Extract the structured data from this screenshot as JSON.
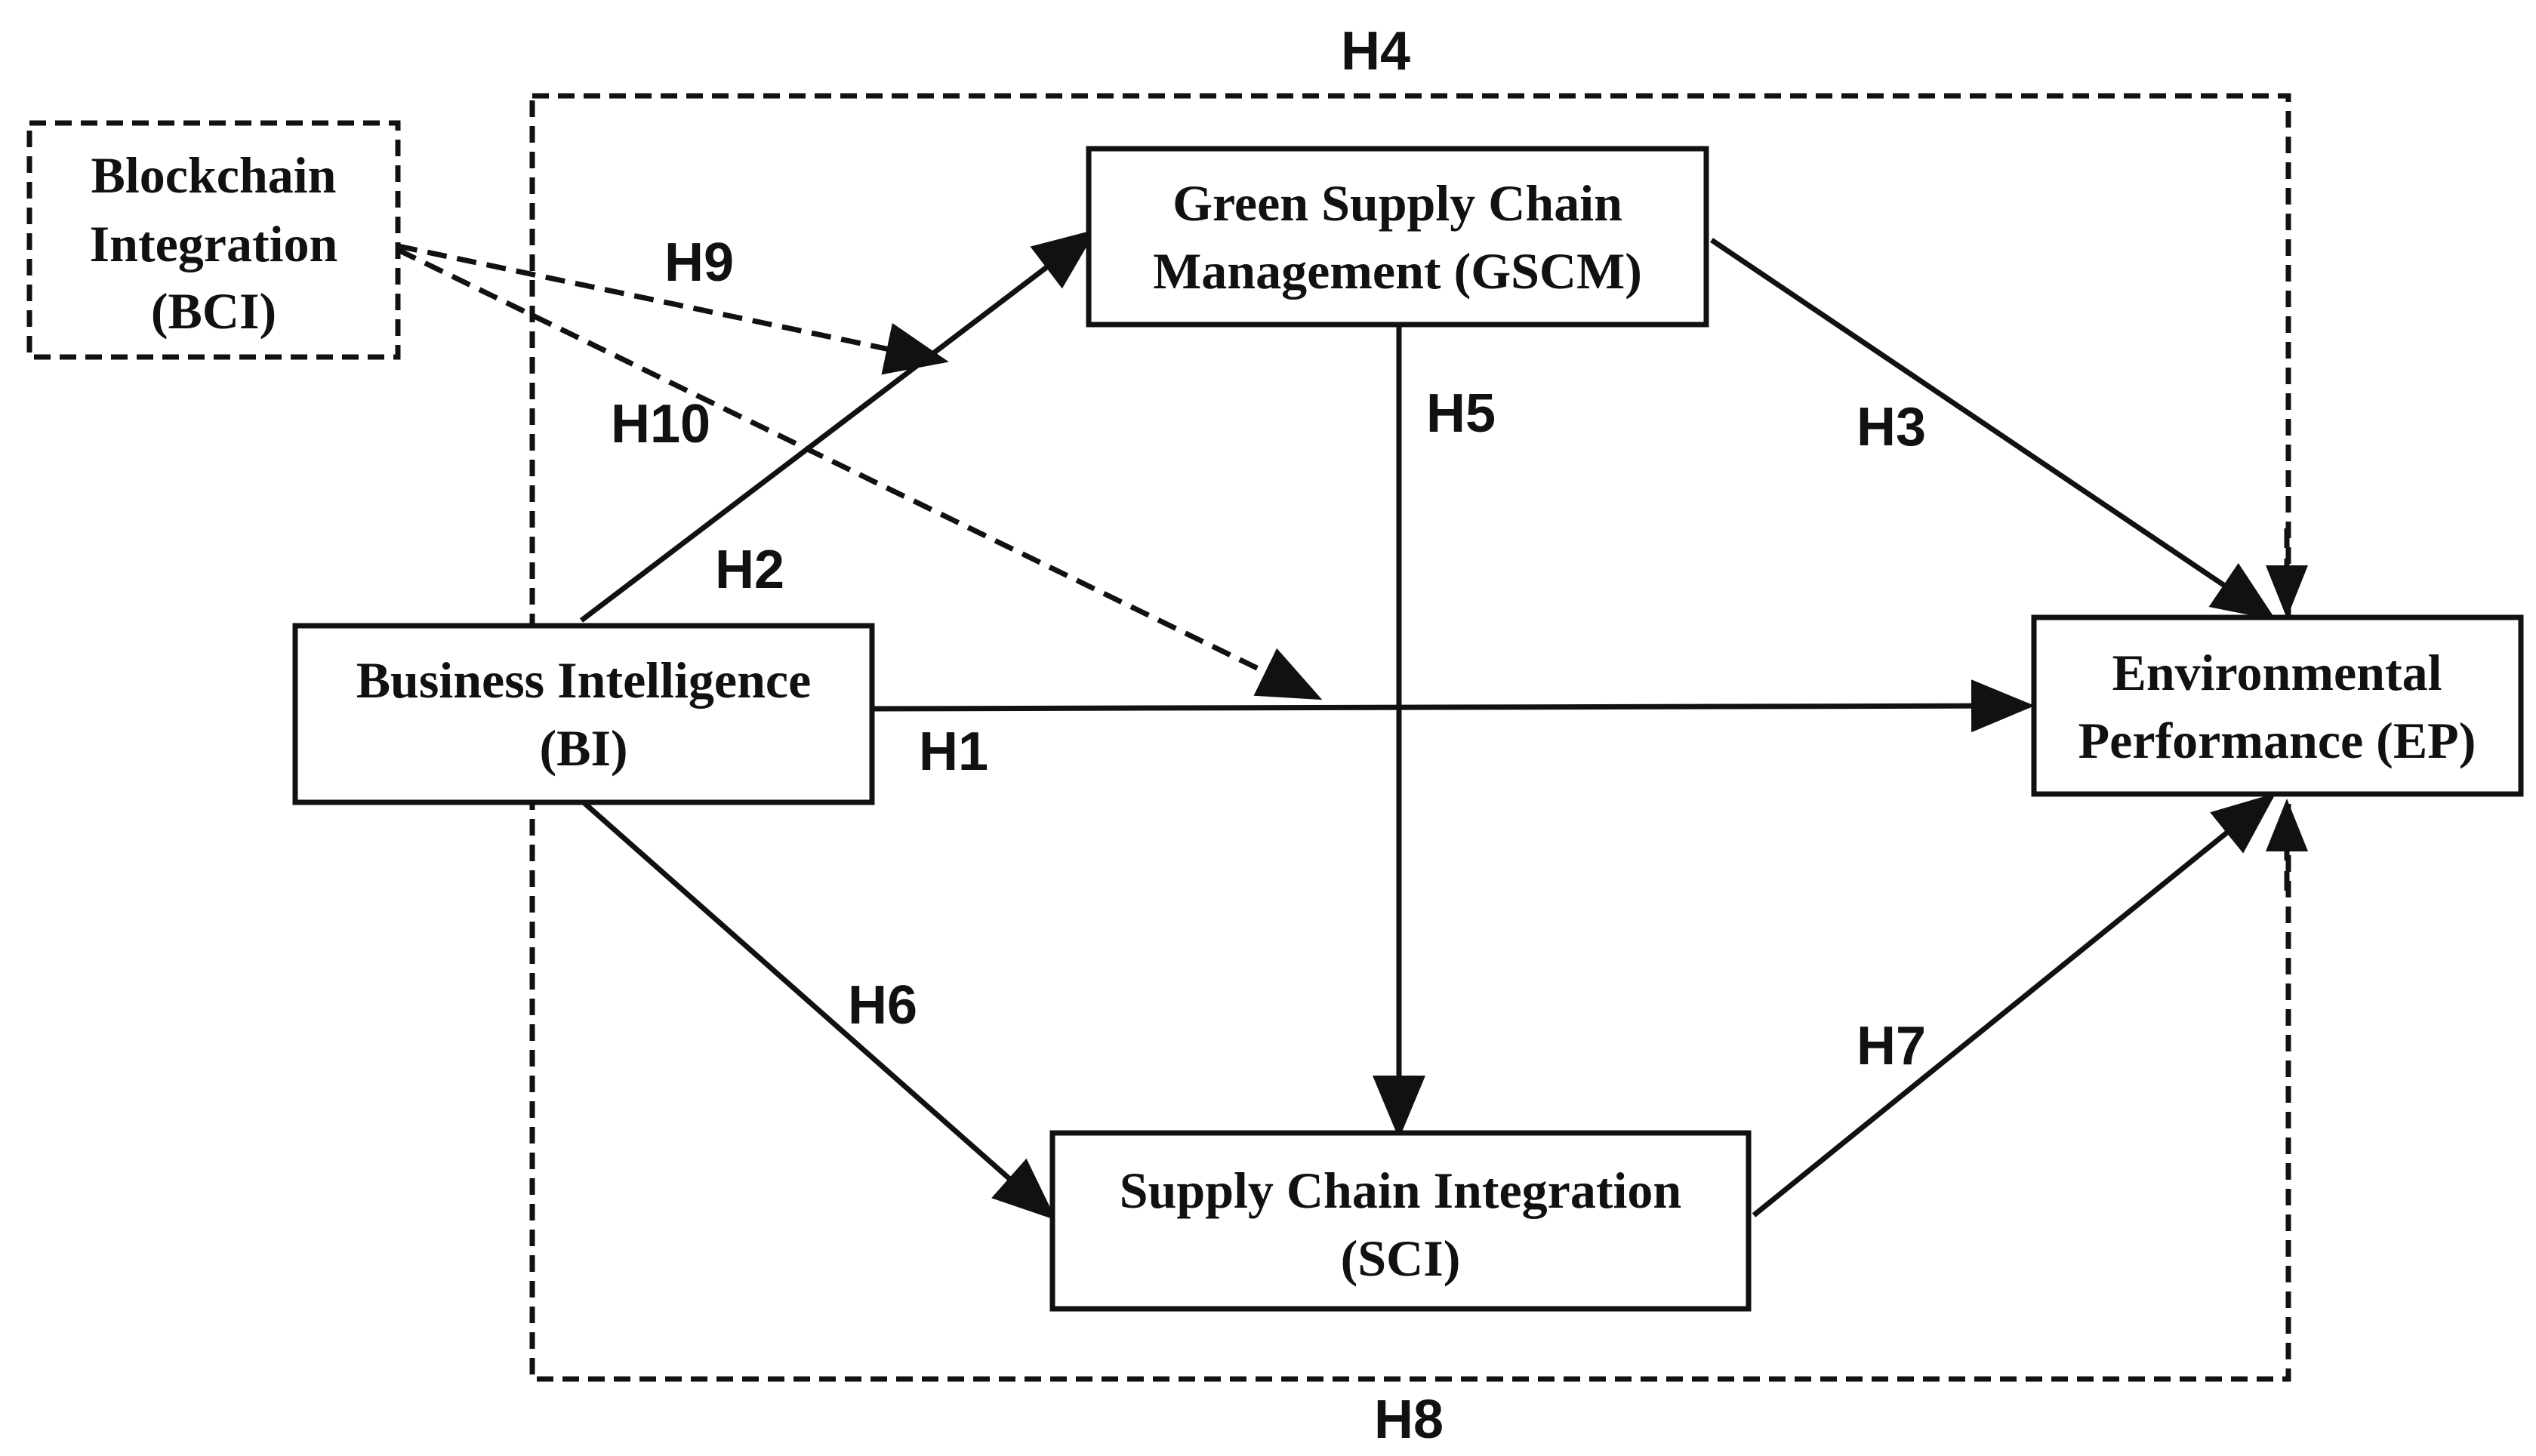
{
  "nodes": {
    "bci": {
      "line1": "Blockchain",
      "line2": "Integration",
      "line3": "(BCI)"
    },
    "gscm": {
      "line1": "Green Supply Chain",
      "line2": "Management (GSCM)"
    },
    "bi": {
      "line1": "Business Intelligence",
      "line2": "(BI)"
    },
    "ep": {
      "line1": "Environmental",
      "line2": "Performance (EP)"
    },
    "sci": {
      "line1": "Supply Chain Integration",
      "line2": "(SCI)"
    }
  },
  "hypotheses": {
    "h1": "H1",
    "h2": "H2",
    "h3": "H3",
    "h4": "H4",
    "h5": "H5",
    "h6": "H6",
    "h7": "H7",
    "h8": "H8",
    "h9": "H9",
    "h10": "H10"
  },
  "colors": {
    "stroke": "#111111",
    "background": "#ffffff"
  }
}
